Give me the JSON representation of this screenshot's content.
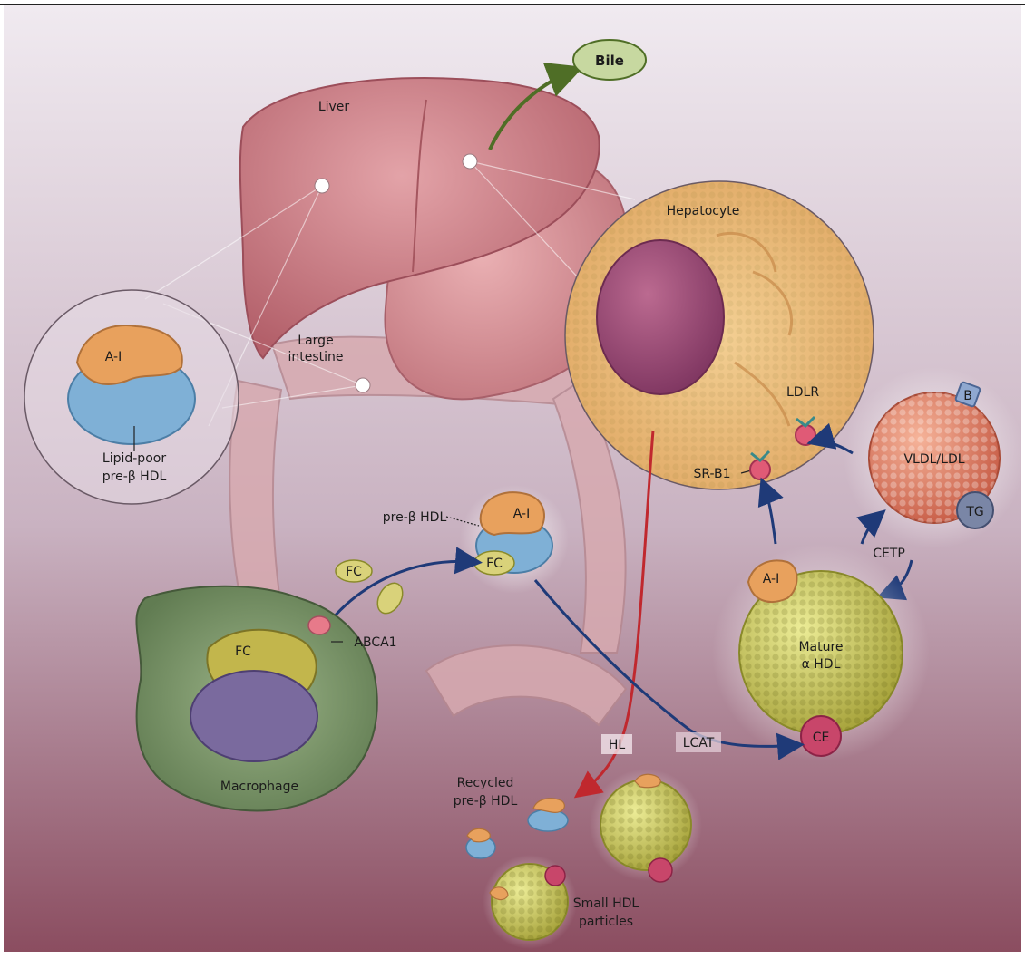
{
  "labels": {
    "bile": "Bile",
    "liver": "Liver",
    "large_intestine_1": "Large",
    "large_intestine_2": "intestine",
    "hepatocyte": "Hepatocyte",
    "ldlr": "LDLR",
    "sr_b1": "SR-B1",
    "b": "B",
    "vldl_ldl": "VLDL/LDL",
    "tg": "TG",
    "cetp": "CETP",
    "mature_1": "Mature",
    "mature_2": "α HDL",
    "ce": "CE",
    "a1_inset": "A-I",
    "a1_prebeta": "A-I",
    "a1_mature": "A-I",
    "lipid_poor_1": "Lipid-poor",
    "lipid_poor_2": "pre-β HDL",
    "prebeta_hdl": "pre-β HDL",
    "fc_free": "FC",
    "fc_prebeta": "FC",
    "fc_macrophage": "FC",
    "abca1": "ABCA1",
    "macrophage": "Macrophage",
    "hl": "HL",
    "lcat": "LCAT",
    "recycled_1": "Recycled",
    "recycled_2": "pre-β HDL",
    "small_hdl_1": "Small HDL",
    "small_hdl_2": "particles"
  },
  "colors": {
    "background_top": "#ece6ec",
    "background_bottom": "#8a4a5c",
    "liver": "#c87a80",
    "intestine": "#cfa0a6",
    "hepatocyte": "#e9b877",
    "nucleus": "#9b4a72",
    "vldl": "#e07a5c",
    "hdl": "#c9c85a",
    "apoA1": "#e8a15d",
    "prebeta_blue": "#7fb0d6",
    "macrophage": "#7c9a6a",
    "arrow_blue": "#1f3a78",
    "arrow_red": "#c0282e",
    "arrow_green": "#5a7a2e",
    "receptor_pink": "#e05a76"
  }
}
